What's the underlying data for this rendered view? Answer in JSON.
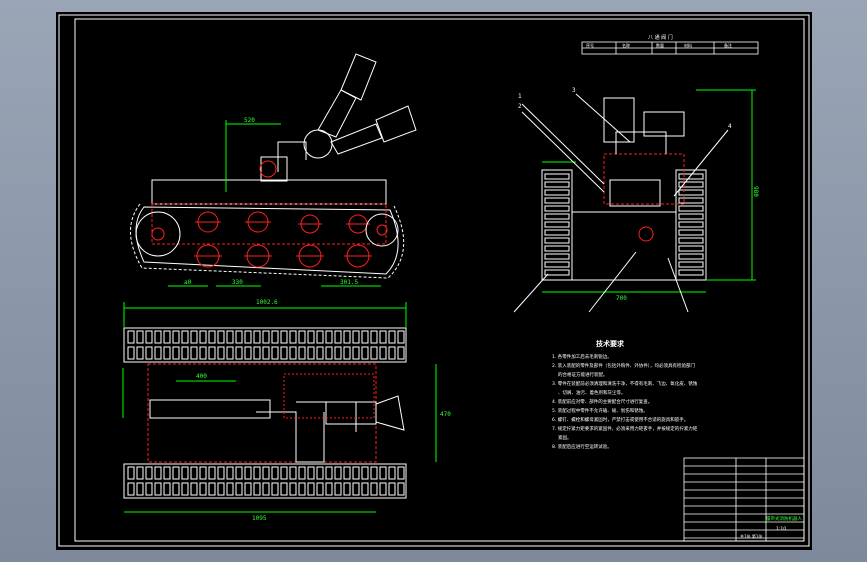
{
  "drawing": {
    "title": "Crawler fire-fighting robot assembly drawing",
    "view": "CAD model space",
    "line_colors": {
      "outline": "#ffffff",
      "dimension": "#00ff00",
      "hidden": "#ff2020",
      "table": "#ffffff",
      "text_green": "#33ff33",
      "text_red": "#ff3030",
      "background": "#000000"
    }
  },
  "dimensions": {
    "side_view_top": "520",
    "side_view_bottom_left": "a0",
    "side_view_bottom_mid": "330",
    "side_view_bottom_right": "301.5",
    "top_view_top": "1002.6",
    "top_view_nozzle": "400",
    "top_view_bottom": "1095",
    "top_view_right": "470",
    "end_view_right": "980",
    "end_view_bottom": "700"
  },
  "callouts": {
    "end_view": [
      "1",
      "2",
      "3",
      "4"
    ]
  },
  "notes": {
    "heading": "技术要求",
    "lines": [
      "1. 各零件加工后去毛刺锐边。",
      "2. 装入装配的零件及部件（包括外购件、外协件），均必须具有检验部门的合格证方能进行装配。",
      "3. 零件在装配前必须清理和清洗干净，不得有毛刺、飞边、氧化皮、锈蚀、切屑、油污、着色剂和灰尘等。",
      "4. 装配前应对零、部件的主要配合尺寸进行复查。",
      "5. 装配过程中零件不允许磕、碰、划伤和锈蚀。",
      "6. 螺钉、螺栓和螺母紧固时，严禁打击或使用不合适的旋具和扳手。",
      "7. 规定拧紧力矩要求的紧固件，必须采用力矩扳手，并按规定的拧紧力矩紧固。",
      "8. 装配后应进行空运转试验。"
    ]
  },
  "top_table": {
    "title": "八 通 阀 门",
    "headers": [
      "序号",
      "名称",
      "数量",
      "材料",
      "备注"
    ]
  },
  "title_block": {
    "drawing_name": "履带式消防机器人",
    "scale": "1:10",
    "sheet": "共1张 第1张"
  }
}
